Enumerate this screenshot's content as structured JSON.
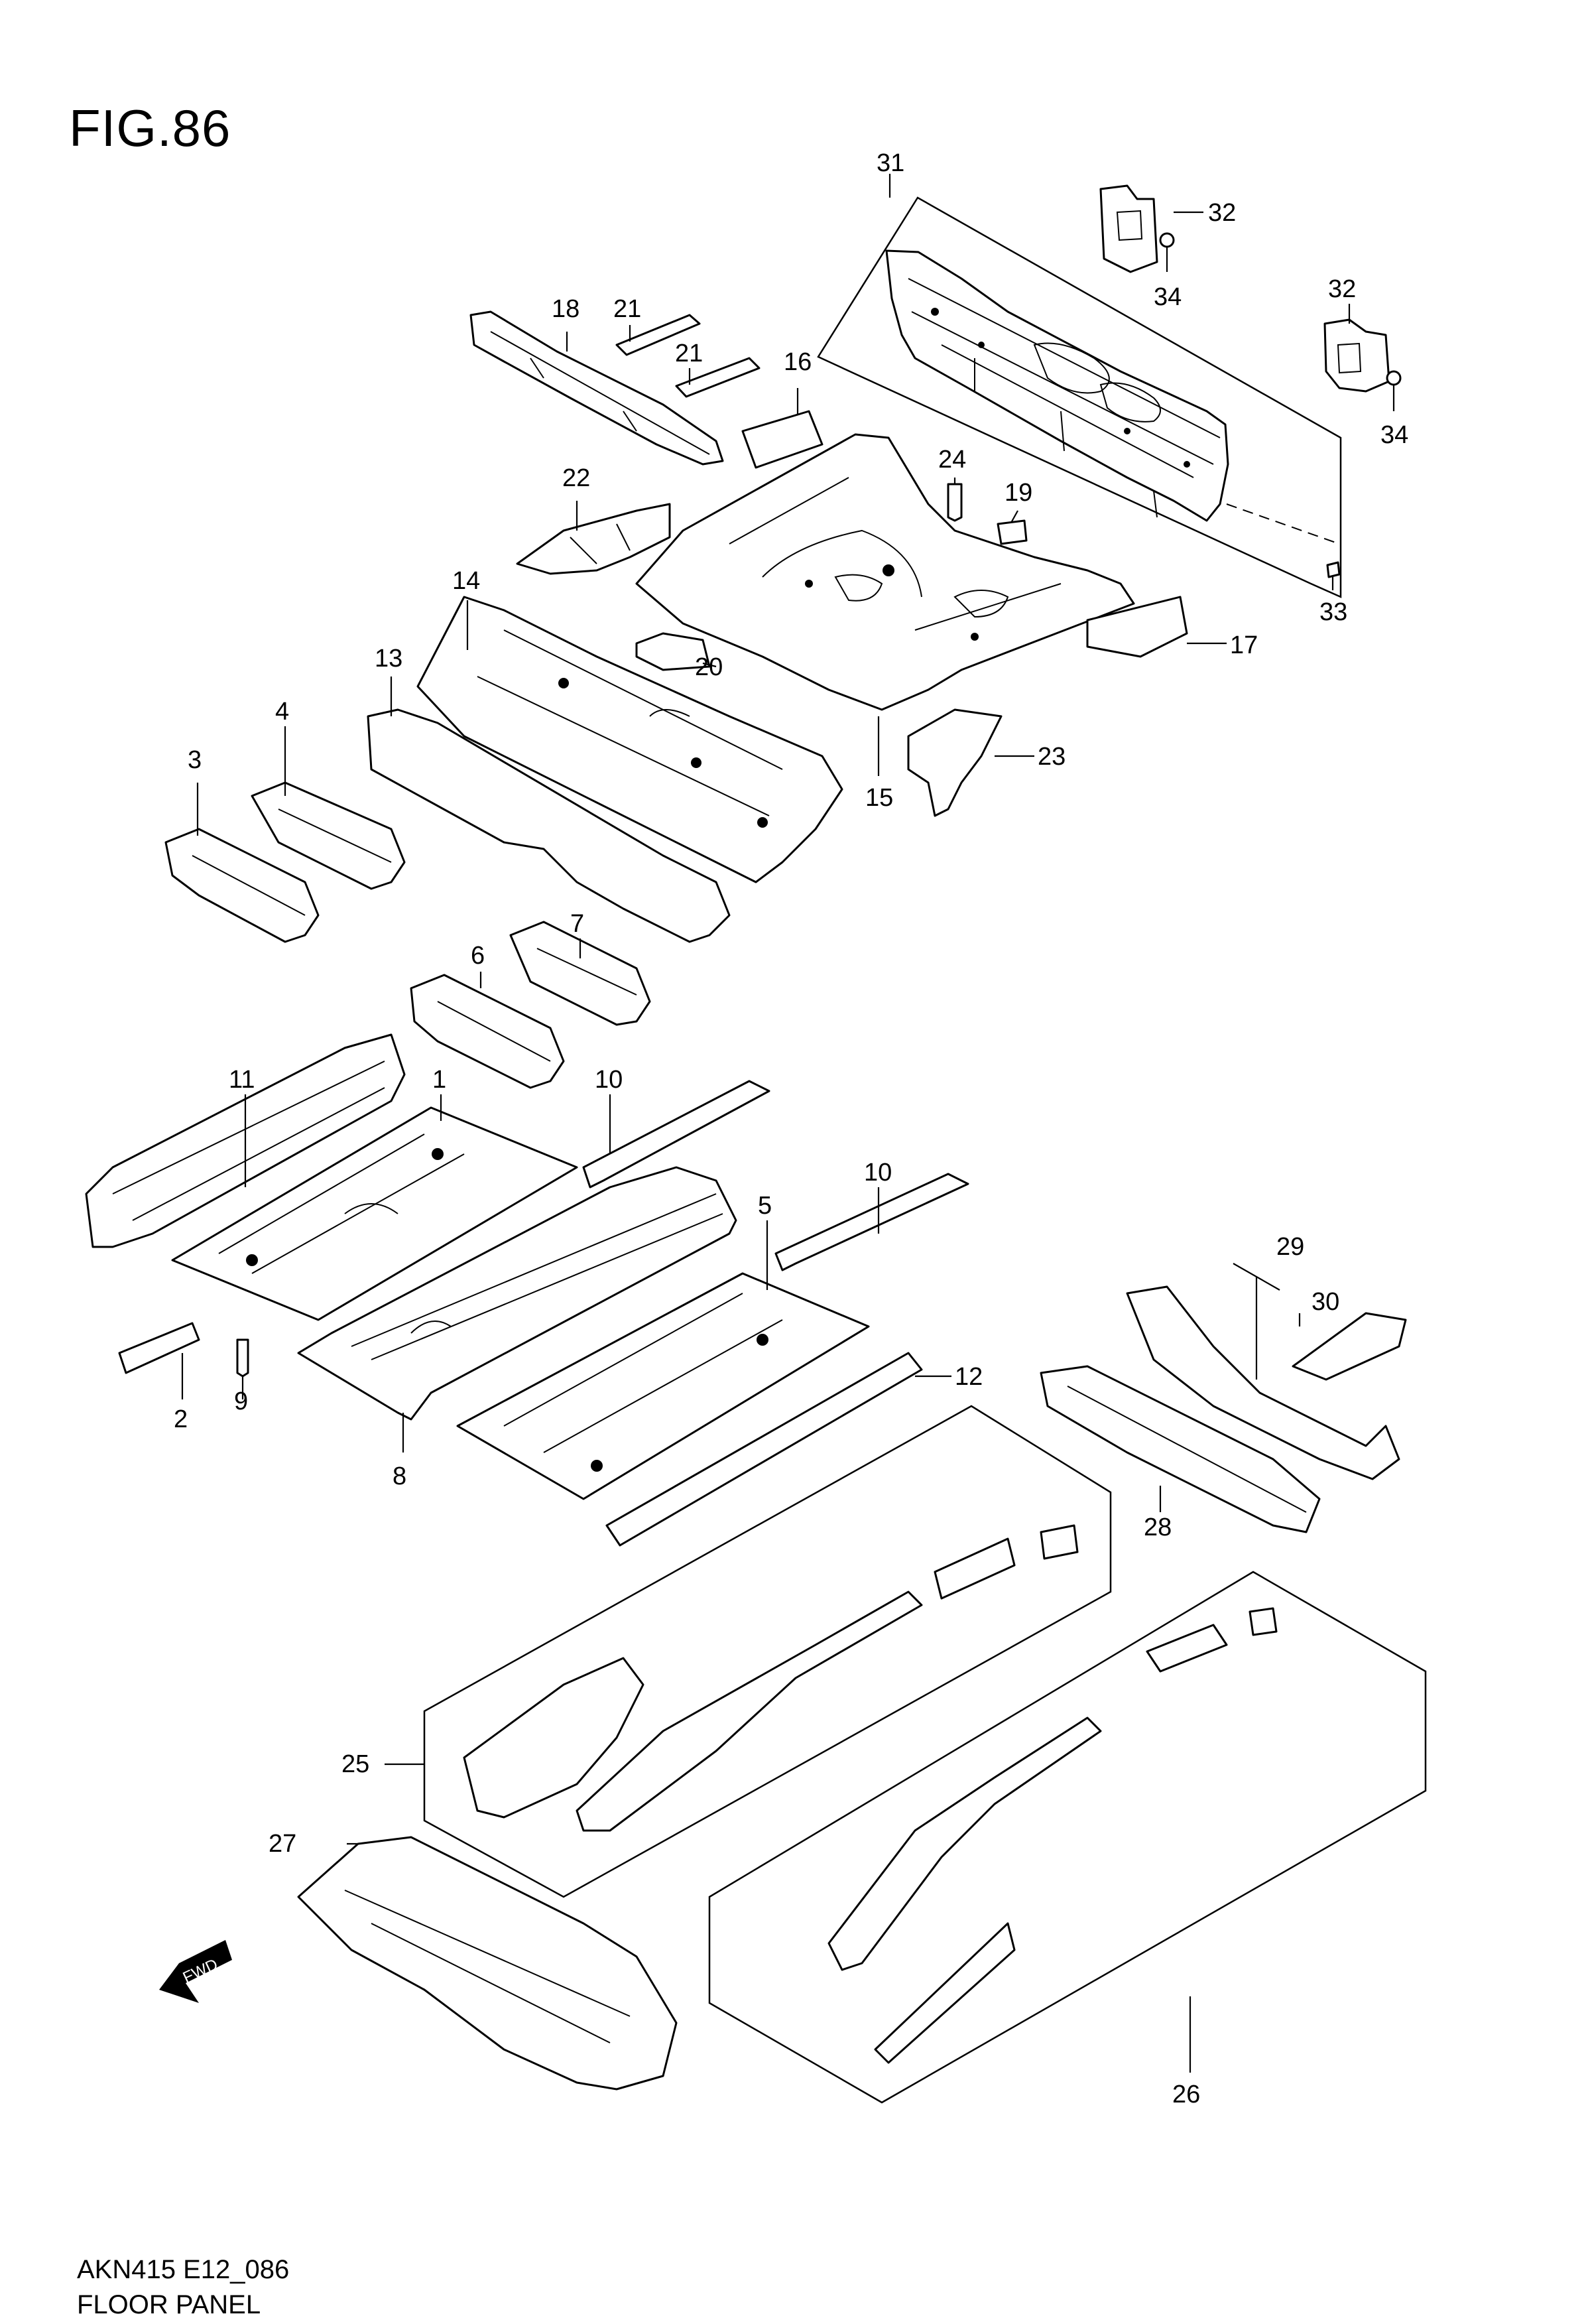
{
  "figure": {
    "title": "FIG.86",
    "code": "AKN415 E12_086",
    "name": "FLOOR PANEL",
    "fwd_label": "FWD"
  },
  "callouts": {
    "p1": "1",
    "p2": "2",
    "p3": "3",
    "p4": "4",
    "p5": "5",
    "p6": "6",
    "p7": "7",
    "p8": "8",
    "p9": "9",
    "p10a": "10",
    "p10b": "10",
    "p11": "11",
    "p12": "12",
    "p13": "13",
    "p14": "14",
    "p15": "15",
    "p16": "16",
    "p17": "17",
    "p18": "18",
    "p19": "19",
    "p20": "20",
    "p21a": "21",
    "p21b": "21",
    "p22": "22",
    "p23": "23",
    "p24": "24",
    "p25": "25",
    "p26": "26",
    "p27": "27",
    "p28": "28",
    "p29": "29",
    "p30": "30",
    "p31": "31",
    "p32a": "32",
    "p32b": "32",
    "p33": "33",
    "p34a": "34",
    "p34b": "34"
  }
}
